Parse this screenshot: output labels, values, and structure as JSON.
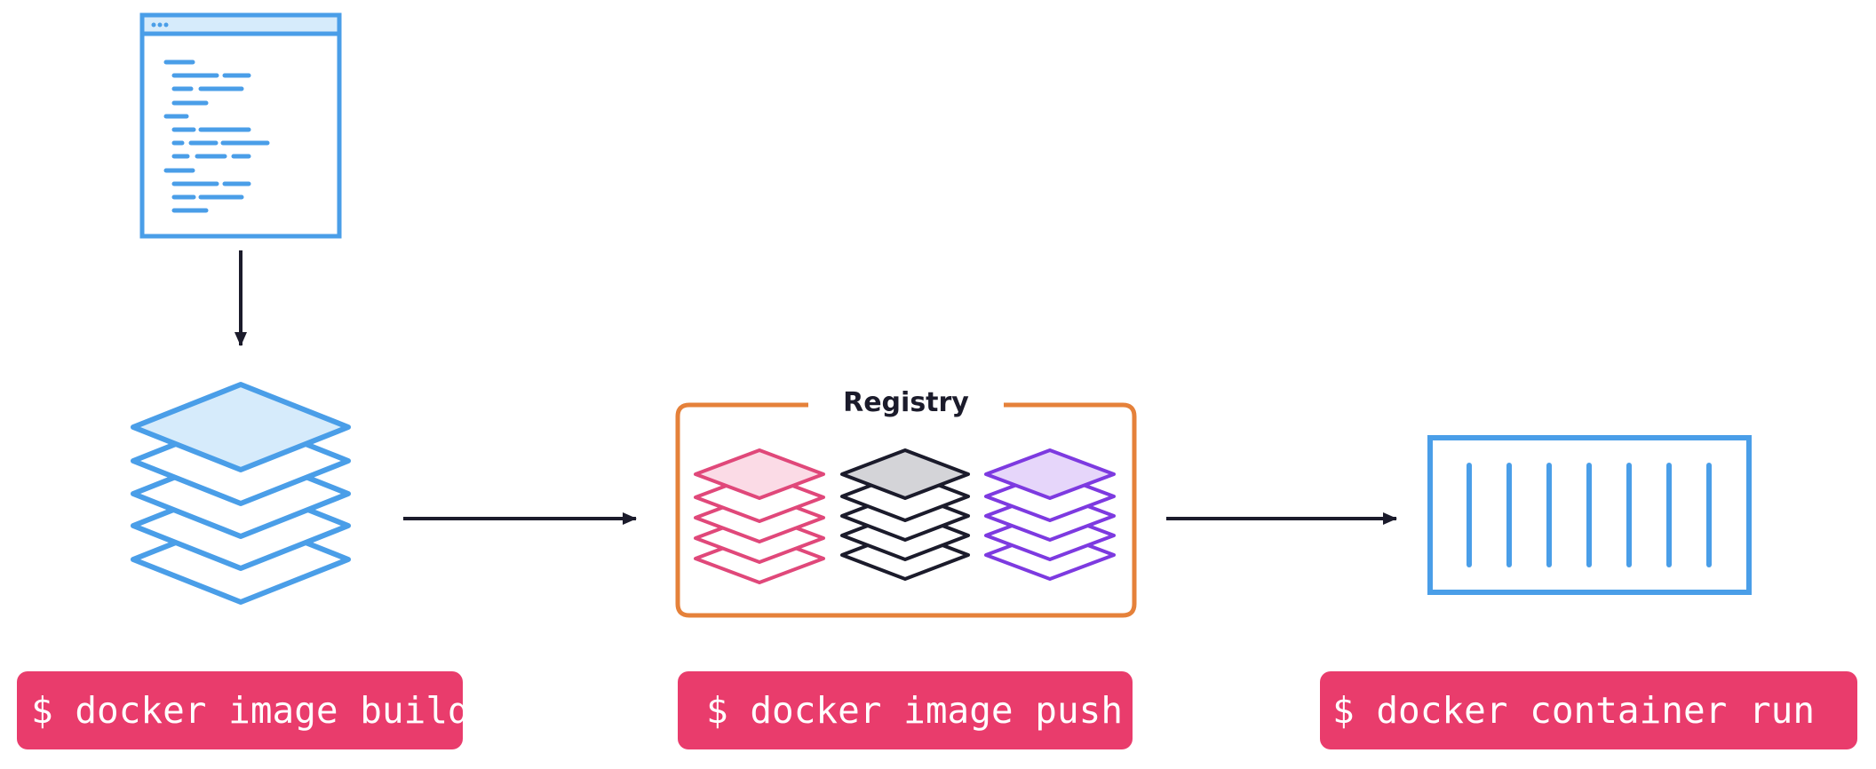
{
  "registry": {
    "label": "Registry"
  },
  "commands": {
    "build": "$ docker image build",
    "push": "$ docker image push",
    "run": "$ docker container run"
  },
  "colors": {
    "blue": "#4a9ee8",
    "blue_fill": "#d6ebfb",
    "orange": "#e5813a",
    "pink": "#e0487a",
    "pink_fill": "#fbdbe6",
    "dark": "#1b1b2b",
    "gray_fill": "#d4d4d8",
    "purple": "#7d3ae0",
    "purple_fill": "#e6d6fa",
    "command_bg": "#e93c6c"
  },
  "icons": {
    "dockerfile": "dockerfile-document-icon",
    "image": "image-layers-icon",
    "container": "container-icon"
  }
}
